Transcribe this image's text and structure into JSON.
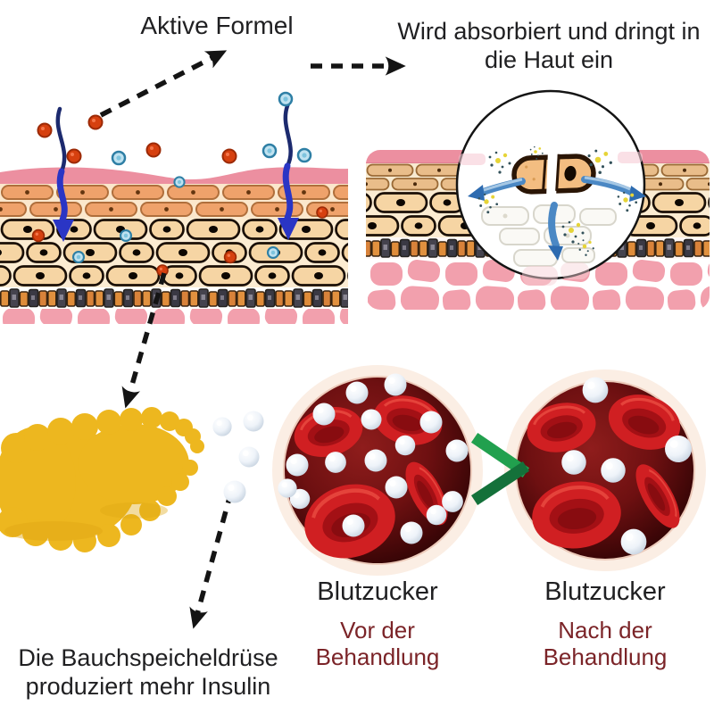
{
  "page": {
    "background": "#ffffff"
  },
  "labels": {
    "active_formula": "Aktive Formel",
    "absorption": "Wird absorbiert und dringt in die Haut ein",
    "pancreas_caption": "Die Bauchspeicheldrüse produziert mehr Insulin",
    "before": {
      "title": "Blutzucker",
      "subtitle": "Vor der Behandlung"
    },
    "after": {
      "title": "Blutzucker",
      "subtitle": "Nach der Behandlung"
    }
  },
  "colors": {
    "text_primary": "#202022",
    "text_accent_red": "#7b2428",
    "skin_surface_pink": "#ec8fa0",
    "brick_cell_orange": "#efa26b",
    "epidermal_cell_cream": "#f6d5a4",
    "dermis_pink": "#f2a0ad",
    "hair_navy": "#1c2a6e",
    "skin_arrow_blue": "#2433bb",
    "particle_red": "#d6400f",
    "particle_blue": "#9fd2e4",
    "magnifier_arrow_blue": "#4b88c4",
    "pancreas_yellow": "#edb71f",
    "insulin_sphere_white": "#eef3f9",
    "vessel_ring_peach": "#fbeee4",
    "vessel_blood_dark": "#3c0607",
    "rbc_red": "#d01f22",
    "improvement_arrow_green": "#1f9147",
    "dashed_arrow_black": "#141414"
  },
  "illustrations": [
    "skin-cross-section-left",
    "skin-cross-section-right",
    "absorption-magnifier",
    "pancreas-illustration",
    "insulin-spheres",
    "blood-vessel-before",
    "blood-vessel-after",
    "greater-than-arrow"
  ]
}
